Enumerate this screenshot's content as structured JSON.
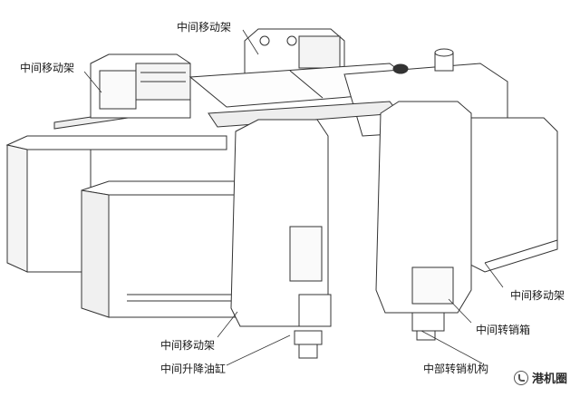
{
  "labels": {
    "top_center": "中间移动架",
    "top_left": "中间移动架",
    "right_frame": "中间移动架",
    "right_box": "中间转销箱",
    "bottom_frame": "中间移动架",
    "bottom_cylinder": "中间升降油缸",
    "bottom_machine": "中部转销机构"
  },
  "watermark": {
    "text": "港机圈",
    "icon": "wechat-logo-icon"
  }
}
